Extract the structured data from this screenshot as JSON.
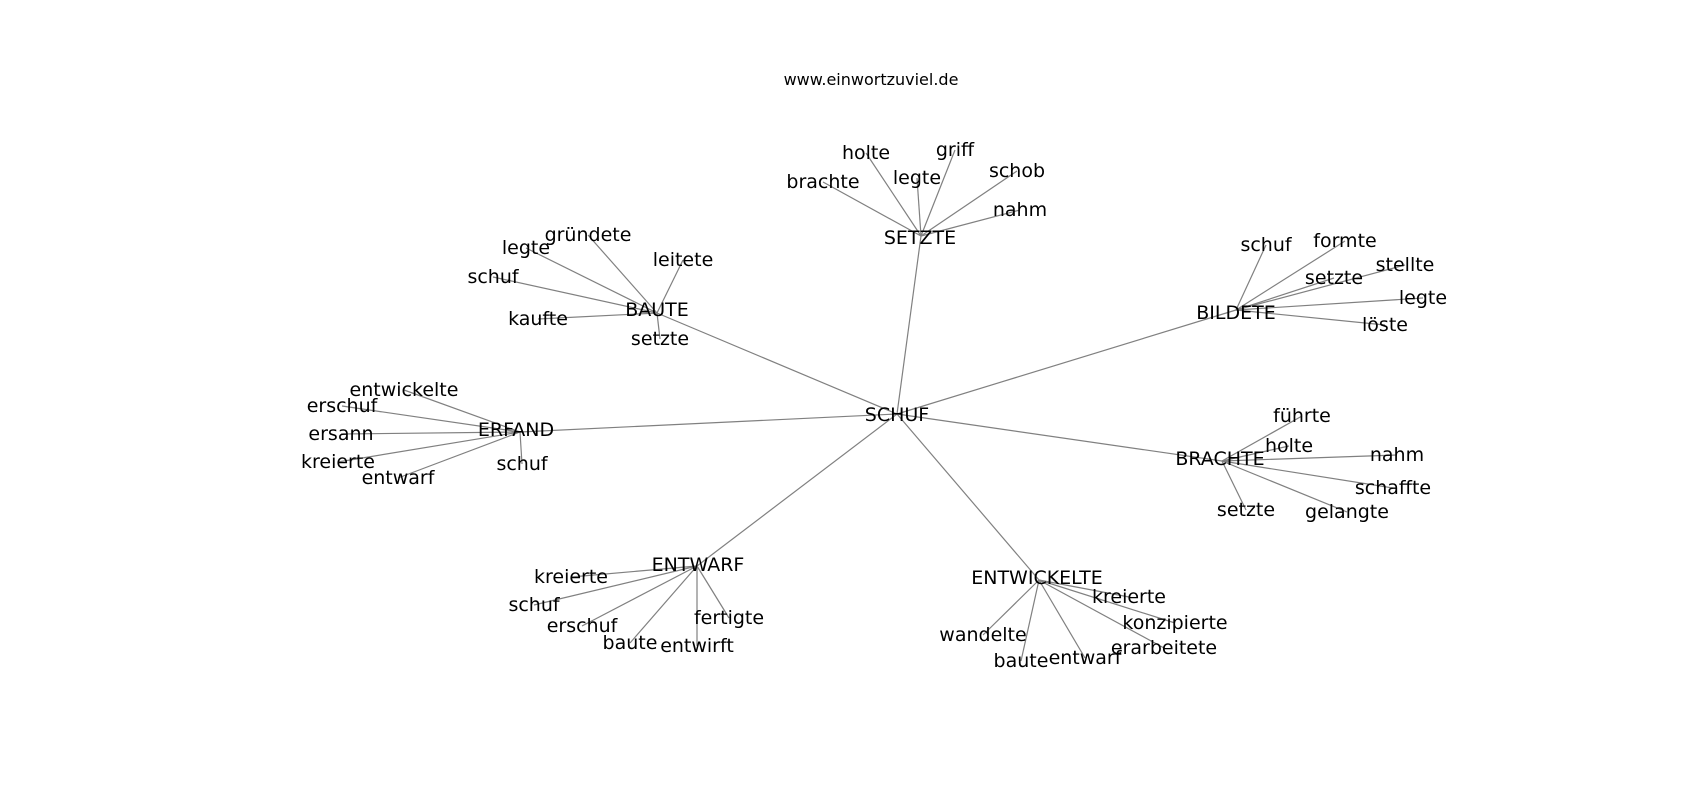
{
  "title": "www.einwortzuviel.de",
  "edge_color": "#808080",
  "graph": {
    "root": "SCHUF",
    "clusters": [
      {
        "hub": "SETZTE",
        "leaves": [
          "brachte",
          "holte",
          "legte",
          "griff",
          "schob",
          "nahm"
        ]
      },
      {
        "hub": "BAUTE",
        "leaves": [
          "gründete",
          "legte",
          "leitete",
          "schuf",
          "kaufte",
          "setzte"
        ]
      },
      {
        "hub": "BILDETE",
        "leaves": [
          "schuf",
          "formte",
          "stellte",
          "setzte",
          "legte",
          "löste"
        ]
      },
      {
        "hub": "ERFAND",
        "leaves": [
          "entwickelte",
          "erschuf",
          "ersann",
          "kreierte",
          "entwarf",
          "schuf"
        ]
      },
      {
        "hub": "BRACHTE",
        "leaves": [
          "führte",
          "holte",
          "nahm",
          "schaffte",
          "gelangte",
          "setzte"
        ]
      },
      {
        "hub": "ENTWARF",
        "leaves": [
          "kreierte",
          "schuf",
          "erschuf",
          "baute",
          "entwirft",
          "fertigte"
        ]
      },
      {
        "hub": "ENTWICKELTE",
        "leaves": [
          "kreierte",
          "konzipierte",
          "erarbeitete",
          "entwarf",
          "baute",
          "wandelte"
        ]
      }
    ]
  }
}
